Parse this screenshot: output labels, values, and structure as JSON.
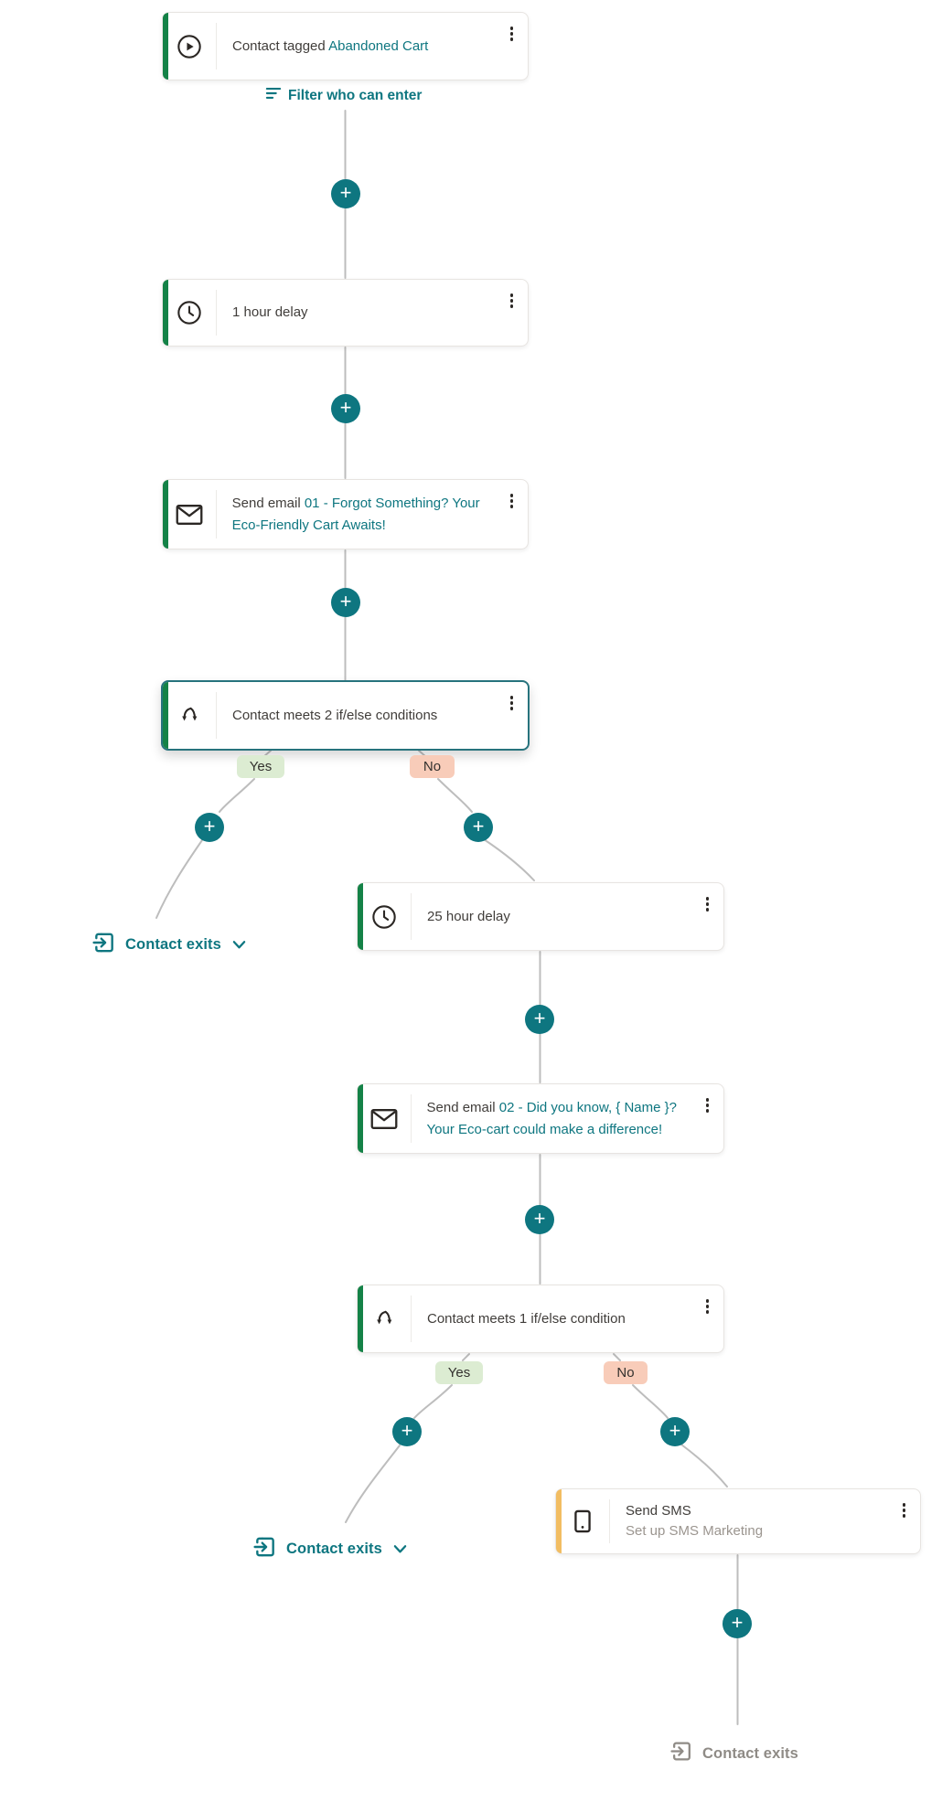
{
  "page": {
    "background": "#ffffff"
  },
  "colors": {
    "teal": "#0e7680",
    "green_accent": "#148247",
    "orange_accent": "#f2bd62",
    "yes_badge_bg": "#dcecd2",
    "no_badge_bg": "#f8ccb9",
    "connector_gray": "#bdbdbd",
    "text_dark": "#403d3a",
    "text_muted": "#9b958f",
    "exit_gray": "#8f8b86"
  },
  "icons": {
    "trigger": "play-icon",
    "delay": "clock-icon",
    "email": "envelope-icon",
    "ifelse": "branch-split-icon",
    "sms": "phone-icon",
    "exit": "enter-box-icon",
    "filter": "filter-lines-icon",
    "menu": "kebab-menu-icon",
    "add": "plus-icon",
    "expand": "chevron-down-icon"
  },
  "flow": {
    "trigger": {
      "label": "Contact tagged",
      "value": "Abandoned Cart"
    },
    "filter_link": {
      "label": "Filter who can enter"
    },
    "delay1": {
      "label": "1 hour delay"
    },
    "email1": {
      "label": "Send email",
      "value": "01 - Forgot Something? Your Eco-Friendly Cart Awaits!"
    },
    "ifelse1": {
      "label": "Contact meets 2 if/else conditions",
      "yes": "Yes",
      "no": "No"
    },
    "exit1": {
      "label": "Contact exits"
    },
    "delay2": {
      "label": "25 hour delay"
    },
    "email2": {
      "label": "Send email",
      "value": "02 - Did you know, { Name }? Your Eco-cart could make a difference!"
    },
    "ifelse2": {
      "label": "Contact meets 1 if/else condition",
      "yes": "Yes",
      "no": "No"
    },
    "exit2": {
      "label": "Contact exits"
    },
    "sms": {
      "title": "Send SMS",
      "subtitle": "Set up SMS Marketing"
    },
    "exit3": {
      "label": "Contact exits"
    }
  }
}
